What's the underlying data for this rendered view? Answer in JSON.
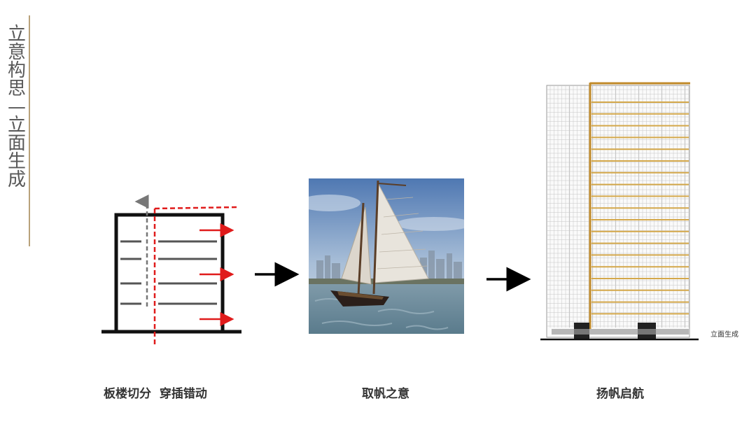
{
  "sidebar": {
    "title_chars": [
      "立",
      "意",
      "构",
      "思",
      "—",
      "立",
      "面",
      "生",
      "成"
    ],
    "accent_color": "#b9a27a"
  },
  "steps": [
    {
      "caption": "板楼切分  穿插错动",
      "image": "building-split-diagram"
    },
    {
      "caption": "取帆之意",
      "image": "sailboat-photo"
    },
    {
      "caption": "扬帆启航",
      "image": "tower-elevation-drawing"
    }
  ],
  "elevation_label": "立面生成",
  "colors": {
    "diagram_outline": "#111111",
    "cut_line": "#e01b1b",
    "arrow": "#000000",
    "gold_fin": "#d4a84a"
  }
}
